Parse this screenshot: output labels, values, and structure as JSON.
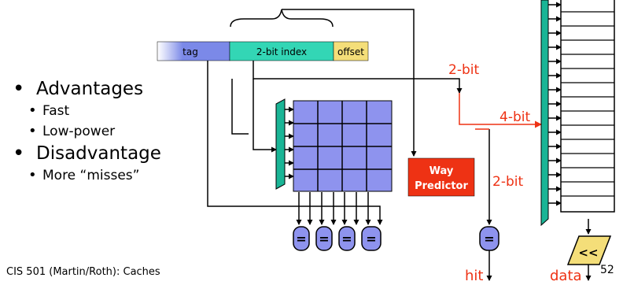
{
  "address": {
    "tag": "tag",
    "index": "2-bit index",
    "offset": "offset"
  },
  "bullets": [
    {
      "text": "Advantages",
      "sub": [
        "Fast",
        "Low-power"
      ]
    },
    {
      "text": "Disadvantage",
      "sub": [
        "More “misses”"
      ]
    }
  ],
  "way_predictor": {
    "line1": "Way",
    "line2": "Predictor"
  },
  "labels": {
    "two_bit_top": "2-bit",
    "four_bit": "4-bit",
    "two_bit_pred": "2-bit",
    "hit": "hit",
    "data": "data",
    "shift": "<<",
    "equals": "="
  },
  "footer": "CIS 501 (Martin/Roth): Caches",
  "page_number": "52",
  "colors": {
    "tag_fill": "#7b89e8",
    "index_fill": "#33d6b5",
    "offset_fill": "#f4de79",
    "array_fill": "#8e93ee",
    "mux_fill": "#1ab596",
    "predictor_fill": "#ee3214",
    "label_red": "#ee3214",
    "shift_fill": "#f4de79"
  }
}
